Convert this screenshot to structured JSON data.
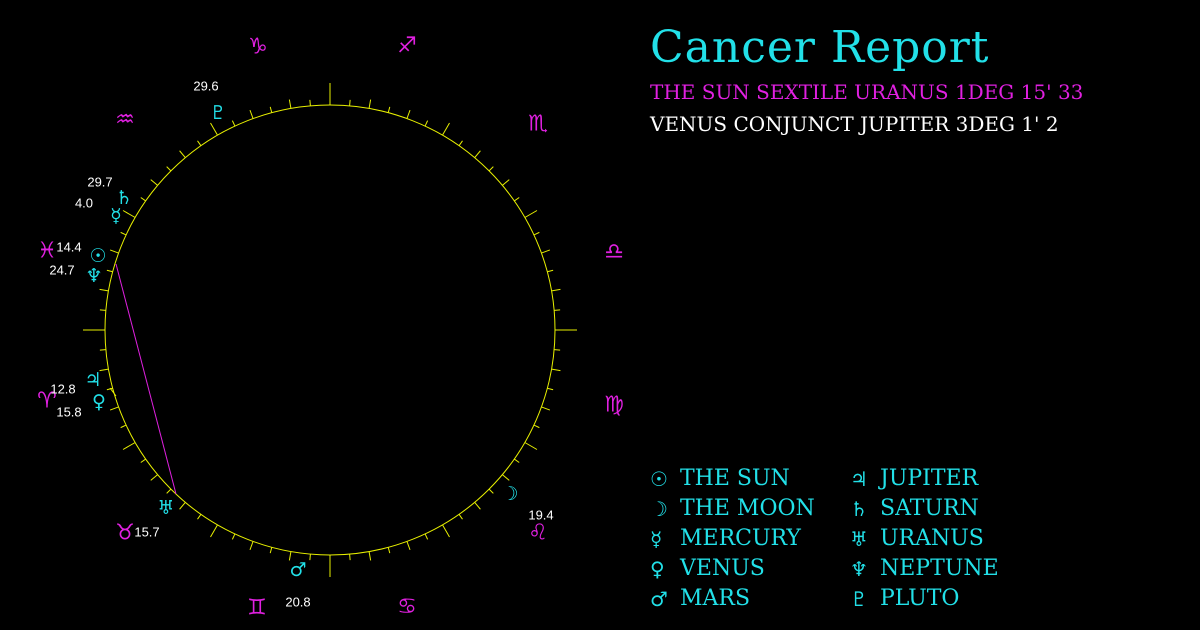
{
  "header": {
    "title": "Cancer Report",
    "aspects": [
      "THE SUN SEXTILE URANUS 1DEG 15' 33",
      "VENUS CONJUNCT JUPITER 3DEG 1' 2"
    ]
  },
  "colors": {
    "background": "#000000",
    "accent_cyan": "#22e0e8",
    "accent_magenta": "#e020e0",
    "circle_yellow": "#e8f000"
  },
  "zodiac": [
    {
      "name": "capricorn",
      "glyph": "♑"
    },
    {
      "name": "sagittarius",
      "glyph": "♐"
    },
    {
      "name": "scorpio",
      "glyph": "♏"
    },
    {
      "name": "libra",
      "glyph": "♎"
    },
    {
      "name": "virgo",
      "glyph": "♍"
    },
    {
      "name": "leo",
      "glyph": "♌"
    },
    {
      "name": "cancer",
      "glyph": "♋"
    },
    {
      "name": "gemini",
      "glyph": "♊"
    },
    {
      "name": "taurus",
      "glyph": "♉"
    },
    {
      "name": "aries",
      "glyph": "♈"
    },
    {
      "name": "pisces",
      "glyph": "♓"
    },
    {
      "name": "aquarius",
      "glyph": "♒"
    }
  ],
  "planets": [
    {
      "name": "pluto",
      "glyph": "♇",
      "degree": "29.6"
    },
    {
      "name": "saturn",
      "glyph": "♄",
      "degree": "29.7"
    },
    {
      "name": "mercury",
      "glyph": "☿",
      "degree": "4.0"
    },
    {
      "name": "sun",
      "glyph": "☉",
      "degree": "14.4"
    },
    {
      "name": "neptune",
      "glyph": "♆",
      "degree": "24.7"
    },
    {
      "name": "jupiter",
      "glyph": "♃",
      "degree": "12.8"
    },
    {
      "name": "venus",
      "glyph": "♀",
      "degree": "15.8"
    },
    {
      "name": "uranus",
      "glyph": "♅",
      "degree": "15.7"
    },
    {
      "name": "mars",
      "glyph": "♂",
      "degree": "20.8"
    },
    {
      "name": "moon",
      "glyph": "☽",
      "degree": "19.4"
    }
  ],
  "legend": [
    {
      "glyph": "☉",
      "label": "THE SUN"
    },
    {
      "glyph": "☽",
      "label": "THE MOON"
    },
    {
      "glyph": "☿",
      "label": "MERCURY"
    },
    {
      "glyph": "♀",
      "label": "VENUS"
    },
    {
      "glyph": "♂",
      "label": "MARS"
    },
    {
      "glyph": "♃",
      "label": "JUPITER"
    },
    {
      "glyph": "♄",
      "label": "SATURN"
    },
    {
      "glyph": "♅",
      "label": "URANUS"
    },
    {
      "glyph": "♆",
      "label": "NEPTUNE"
    },
    {
      "glyph": "♇",
      "label": "PLUTO"
    }
  ]
}
